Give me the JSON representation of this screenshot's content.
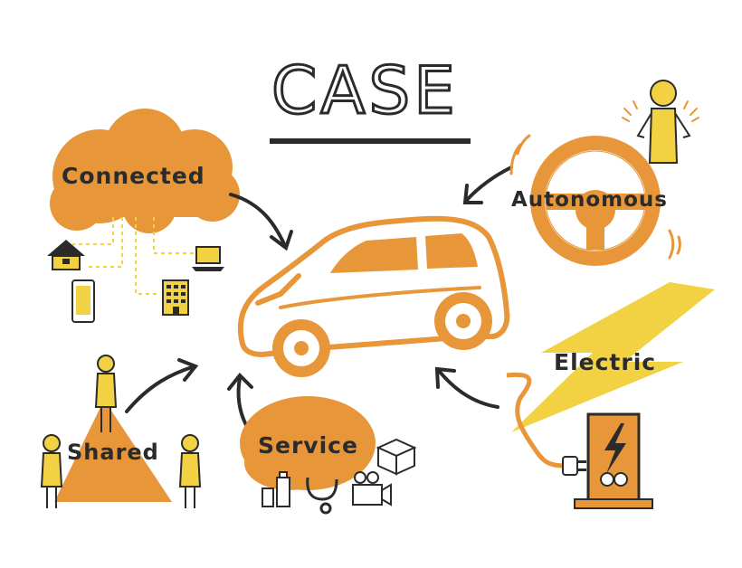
{
  "title": "CASE",
  "labels": {
    "connected": "Connected",
    "autonomous": "Autonomous",
    "electric": "Electric",
    "shared": "Shared",
    "service": "Service"
  },
  "colors": {
    "orange": "#E8963A",
    "yellow": "#F2D243",
    "outline": "#2B2B2B",
    "white": "#FFFFFF"
  },
  "icons": [
    "house-icon",
    "laptop-icon",
    "smartphone-icon",
    "office-building-icon",
    "person-icon",
    "steering-wheel-icon",
    "lightning-bolt-icon",
    "charging-station-icon",
    "plug-icon",
    "box-icon",
    "bottles-icon",
    "stethoscope-icon",
    "video-camera-icon",
    "car-icon"
  ]
}
